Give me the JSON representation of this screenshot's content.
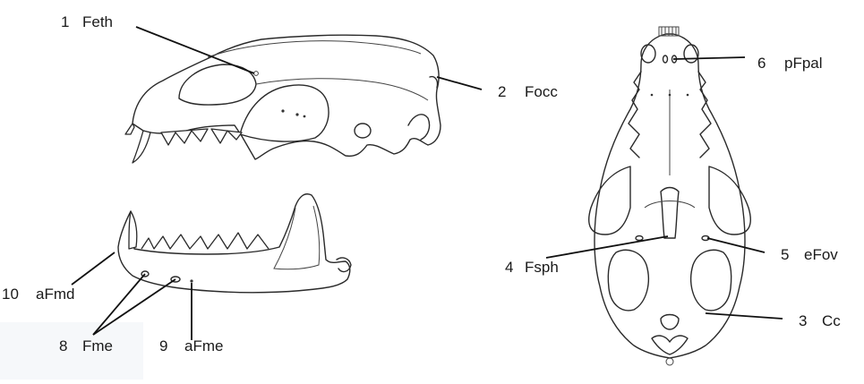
{
  "labels": [
    {
      "id": "feth",
      "num": "1",
      "abbr": "Feth"
    },
    {
      "id": "focc",
      "num": "2",
      "abbr": "Focc"
    },
    {
      "id": "cc",
      "num": "3",
      "abbr": "Cc"
    },
    {
      "id": "fsph",
      "num": "4",
      "abbr": "Fsph"
    },
    {
      "id": "efov",
      "num": "5",
      "abbr": "eFov"
    },
    {
      "id": "pfpal",
      "num": "6",
      "abbr": "pFpal"
    },
    {
      "id": "fme",
      "num": "8",
      "abbr": "Fme"
    },
    {
      "id": "afme",
      "num": "9",
      "abbr": "aFme"
    },
    {
      "id": "afmd",
      "num": "10",
      "abbr": "aFmd"
    }
  ]
}
